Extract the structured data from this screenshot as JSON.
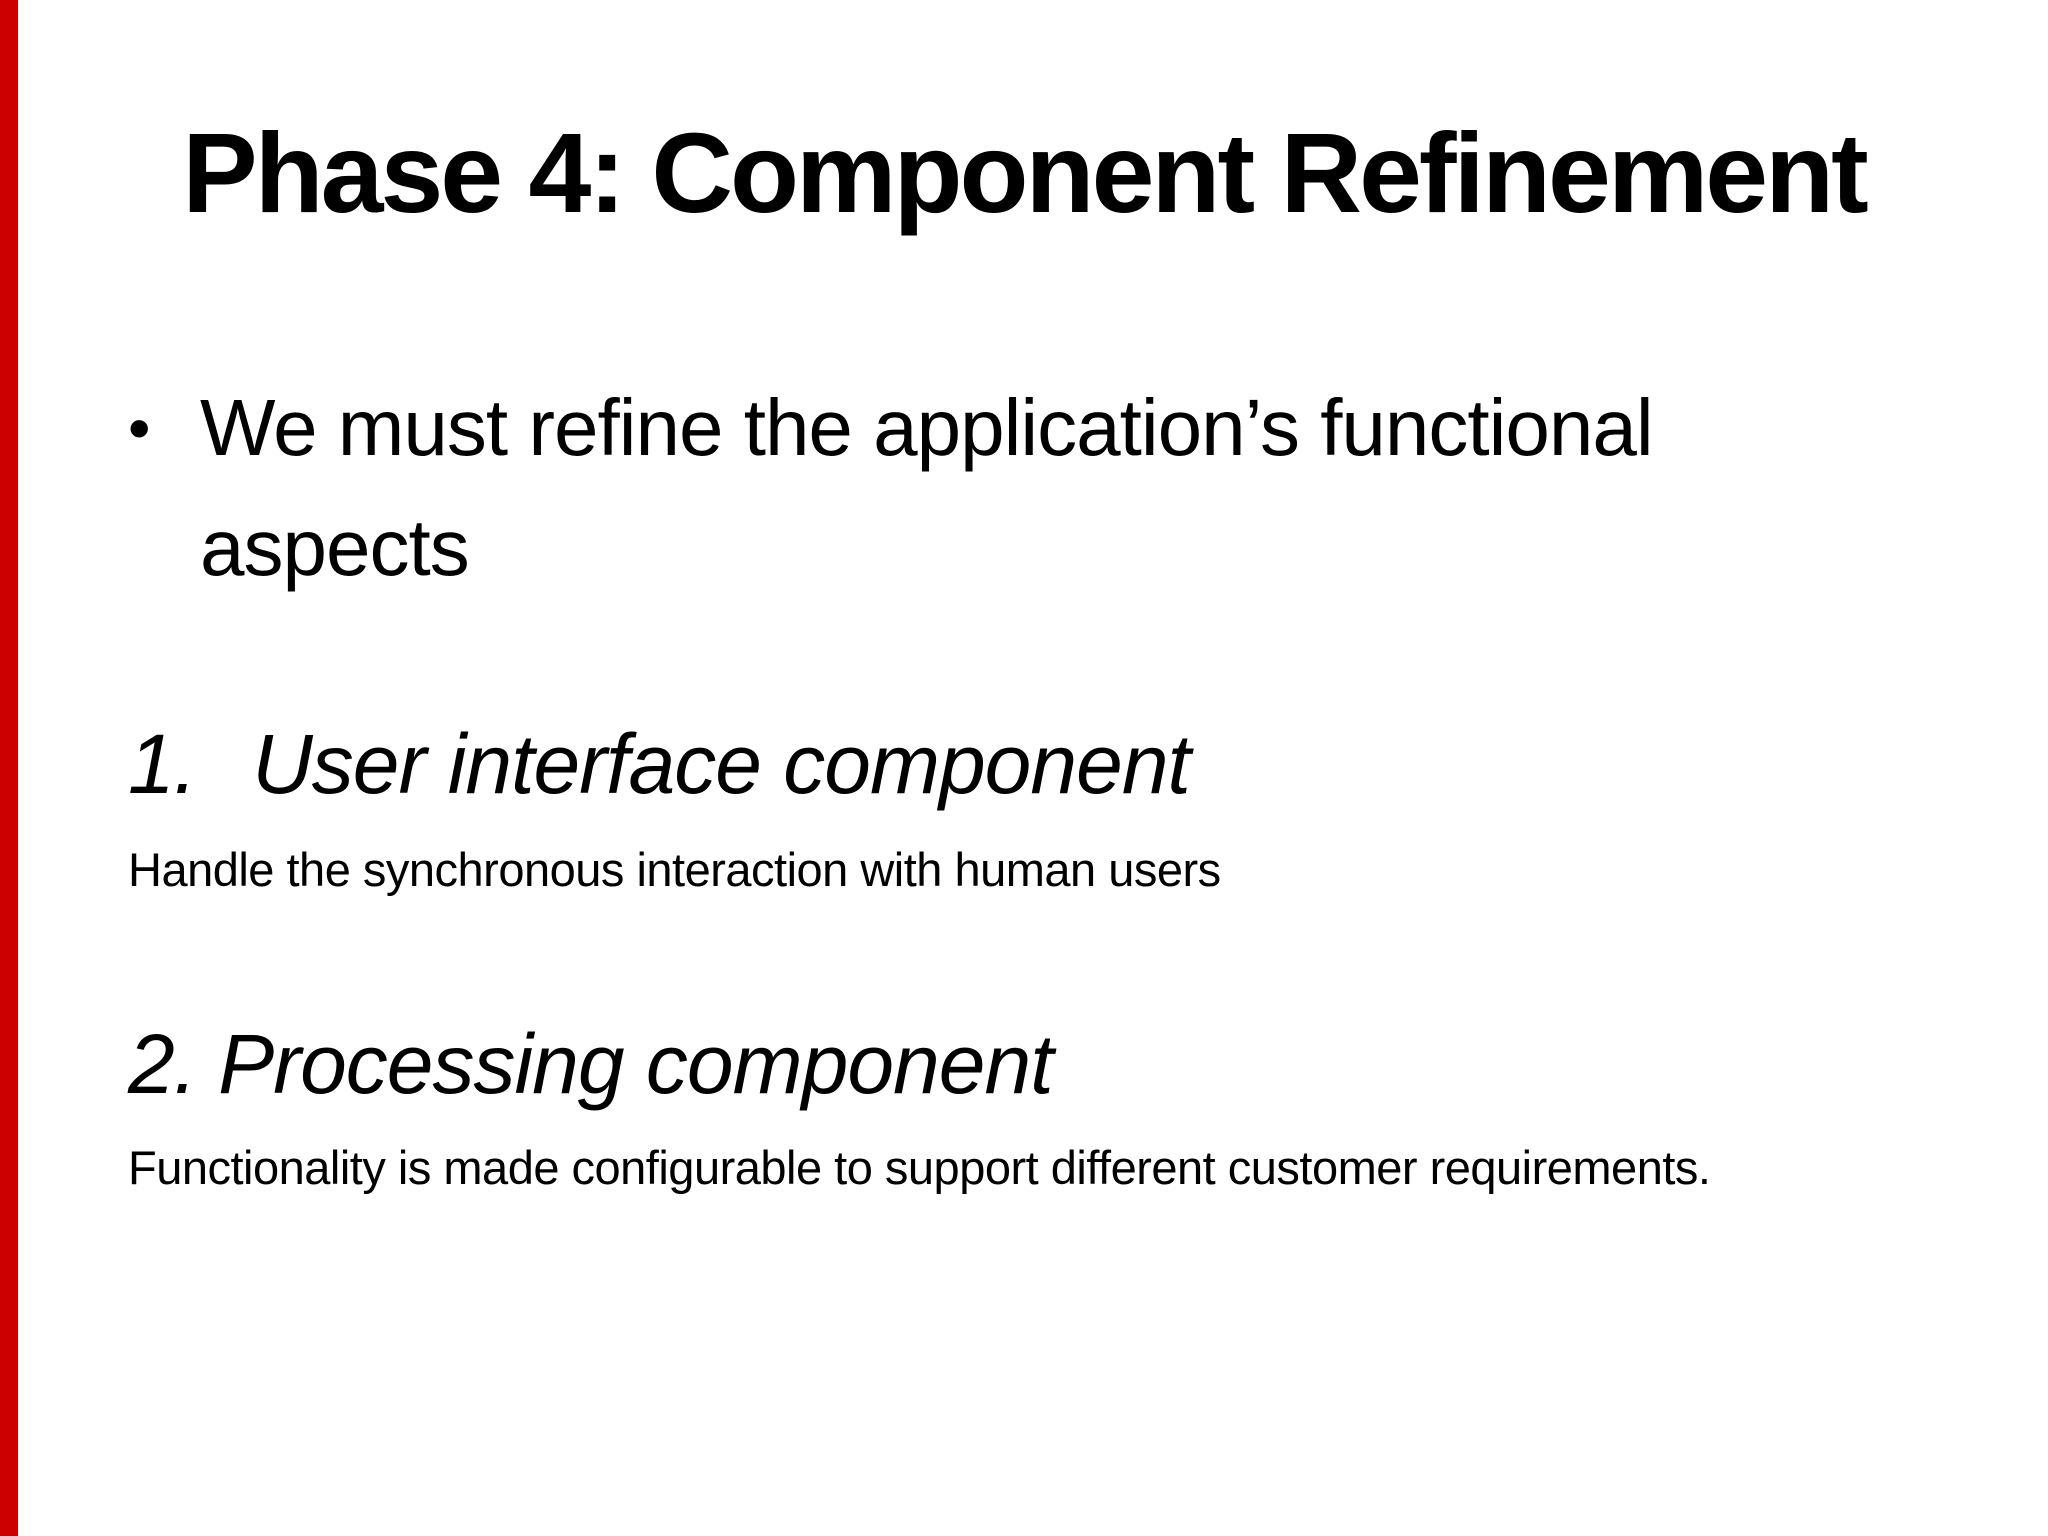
{
  "slide": {
    "title": "Phase 4: Component Refinement",
    "bullet": {
      "marker": "•",
      "text": "We must refine the application’s functional aspects"
    },
    "items": [
      {
        "number": "1.",
        "heading": "User interface component",
        "description": "Handle the synchronous interaction with human users"
      },
      {
        "number": "2.",
        "heading": "Processing component",
        "description": "Functionality is made configurable to support different customer requirements."
      }
    ],
    "colors": {
      "background": "#ffffff",
      "text": "#000000",
      "accent_bar": "#cc0000"
    }
  }
}
